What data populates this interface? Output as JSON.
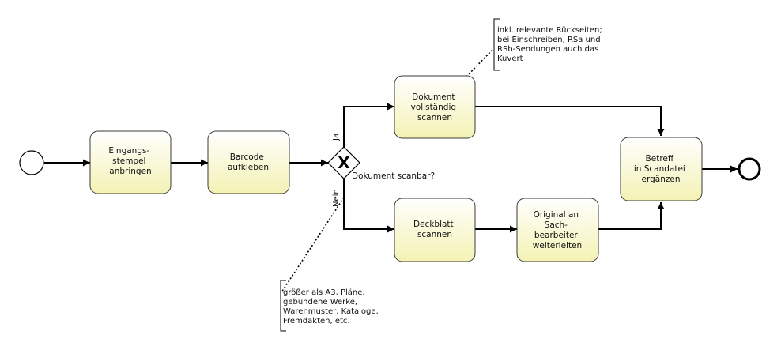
{
  "events": {
    "start": "",
    "end": ""
  },
  "tasks": {
    "eingangsstempel": [
      "Eingangs-",
      "stempel",
      "anbringen"
    ],
    "barcode": [
      "Barcode",
      "aufkleben"
    ],
    "dokument_scannen": [
      "Dokument",
      "vollständig",
      "scannen"
    ],
    "deckblatt": [
      "Deckblatt",
      "scannen"
    ],
    "original": [
      "Original an",
      "Sach-",
      "bearbeiter",
      "weiterleiten"
    ],
    "betreff": [
      "Betreff",
      "in Scandatei",
      "ergänzen"
    ]
  },
  "gateway": {
    "symbol": "X",
    "question": "Dokument scanbar?",
    "yes_label": "Ja",
    "no_label": "Nein"
  },
  "annotations": {
    "top": [
      "inkl. relevante Rückseiten;",
      "bei Einschreiben, RSa und",
      "RSb-Sendungen auch das",
      "Kuvert"
    ],
    "bottom": [
      "größer als A3, Pläne,",
      "gebundene Werke,",
      "Warenmuster, Kataloge,",
      "Fremdakten, etc."
    ]
  },
  "colors": {
    "task_fill_top": "#ffffff",
    "task_fill_bottom": "#f4f2b4",
    "task_stroke": "#3a3a3a",
    "line": "#000000"
  }
}
